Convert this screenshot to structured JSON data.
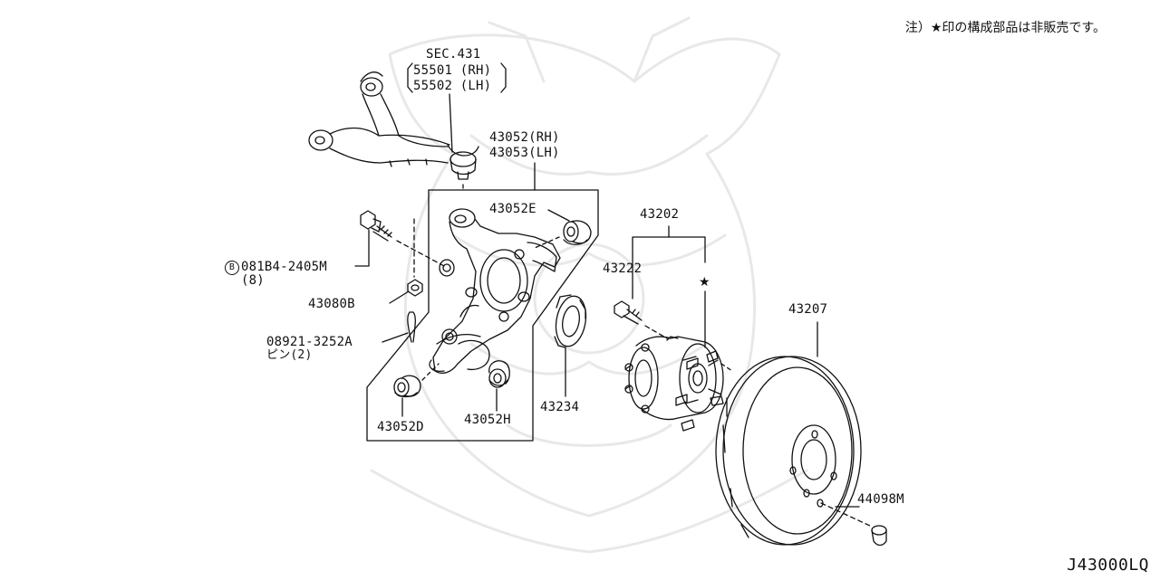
{
  "note": "注）★印の構成部品は非販売です。",
  "diagram_code": "J43000LQ",
  "labels": {
    "sec431": "SEC.431",
    "sec431_rh": "55501 (RH)",
    "sec431_lh": "55502 (LH)",
    "knuckle_rh": "43052(RH)",
    "knuckle_lh": "43053(LH)",
    "bush_e": "43052E",
    "bolt_circle": "B",
    "bolt": "081B4-2405M",
    "bolt_qty": "(8)",
    "nut": "43080B",
    "pin": "08921-3252A",
    "pin_sub": "ピン(2)",
    "bush_d": "43052D",
    "bush_h": "43052H",
    "plate": "43234",
    "hub_assy": "43202",
    "hub_bolt": "43222",
    "star": "★",
    "rotor": "43207",
    "screw": "44098M"
  }
}
